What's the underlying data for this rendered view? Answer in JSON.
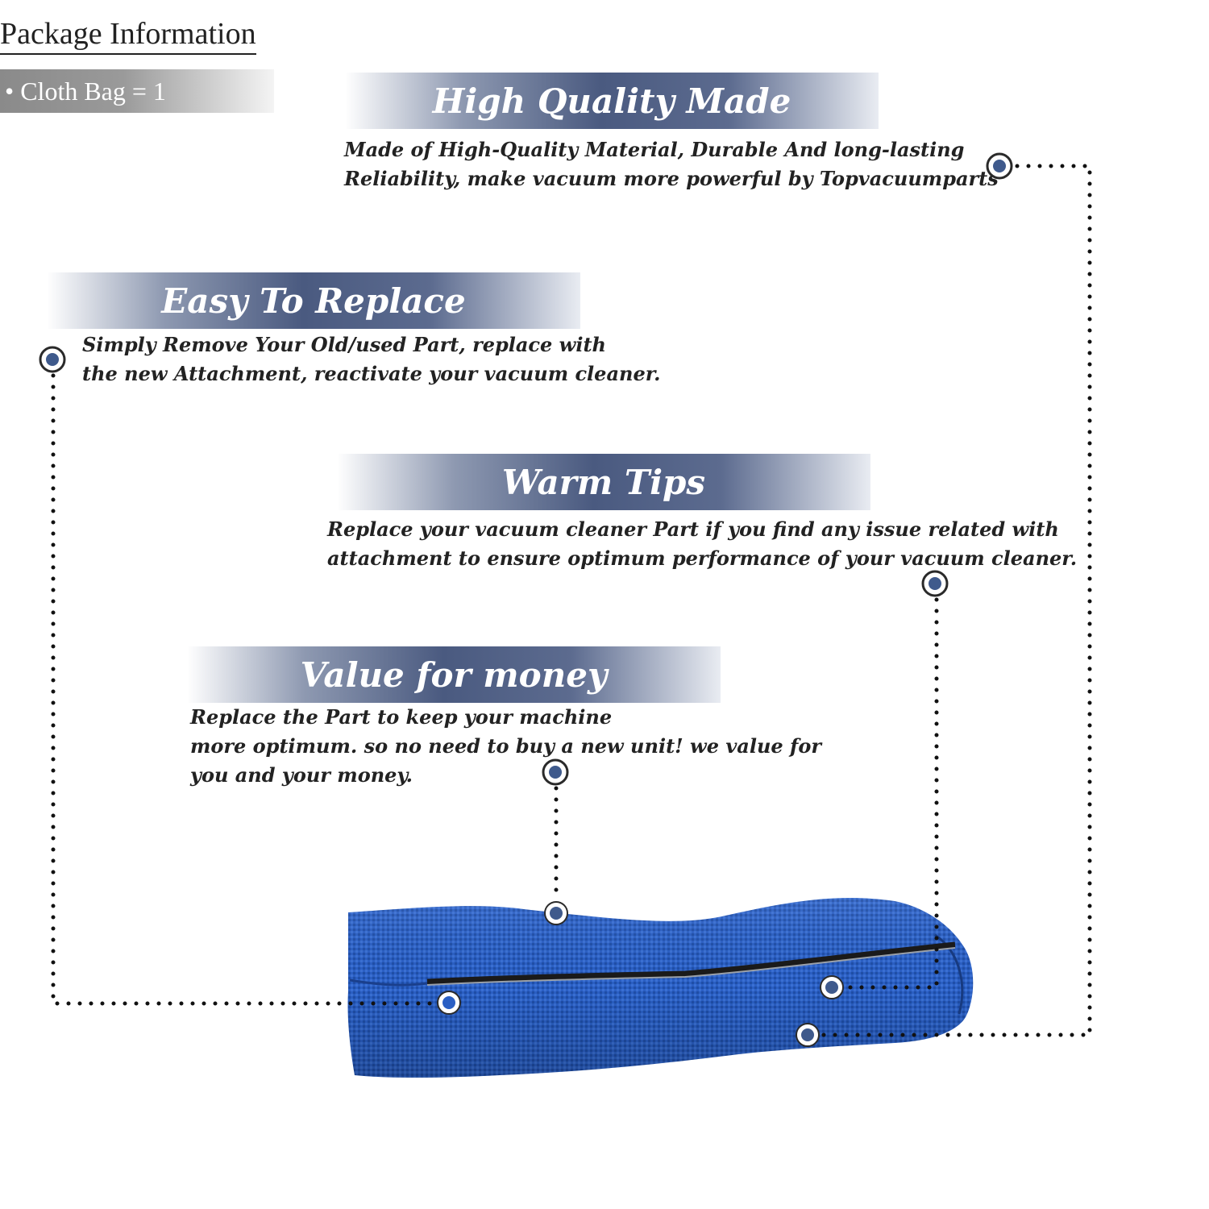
{
  "package": {
    "title": "Package Information",
    "item": "• Cloth Bag = 1"
  },
  "features": {
    "high_quality": {
      "title": "High Quality Made",
      "line1": "Made of  High-Quality Material, Durable And long-lasting",
      "line2": "Reliability, make vacuum more powerful by Topvacuumparts"
    },
    "easy_replace": {
      "title": "Easy To Replace",
      "line1": "Simply Remove Your Old/used Part, replace with",
      "line2": "the new Attachment, reactivate your vacuum cleaner."
    },
    "warm_tips": {
      "title": "Warm Tips",
      "line1": "Replace your vacuum cleaner Part if you find any issue related with",
      "line2": " attachment to ensure optimum performance of your vacuum cleaner."
    },
    "value_money": {
      "title": "Value for money",
      "line1": "Replace the Part to keep your machine",
      "line2": "more optimum. so no need to buy a new unit! we value for",
      "line3": "you and your money."
    }
  },
  "colors": {
    "accent": "#4a5a80",
    "marker": "#3f5a8c",
    "bag": "#2a5fc4"
  },
  "product_image": "blue-cloth-bag"
}
